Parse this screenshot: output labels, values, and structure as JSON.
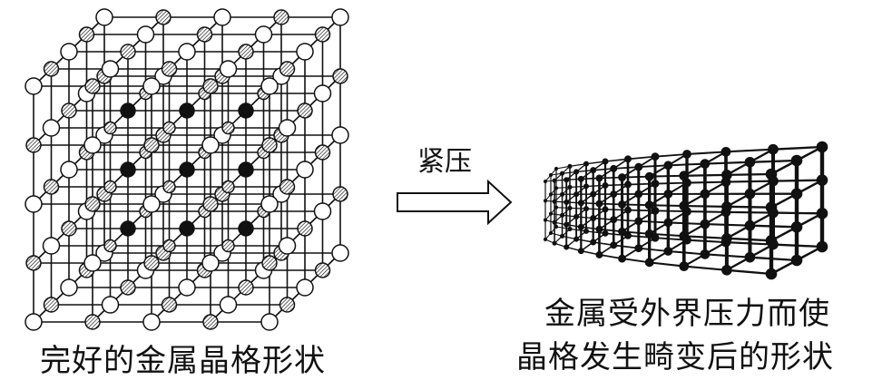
{
  "labels": {
    "arrow": "紧压",
    "perfect_caption": "完好的金属晶格形状",
    "deformed_caption_line1": "金属受外界压力而使",
    "deformed_caption_line2": "晶格发生畸变后的形状"
  },
  "colors": {
    "line": "#111111",
    "atom_white": "#ffffff",
    "atom_hatched": "#9a9a9a",
    "atom_black": "#111111",
    "background": "#ffffff"
  },
  "icons": {
    "arrow": "hollow-right-arrow"
  }
}
